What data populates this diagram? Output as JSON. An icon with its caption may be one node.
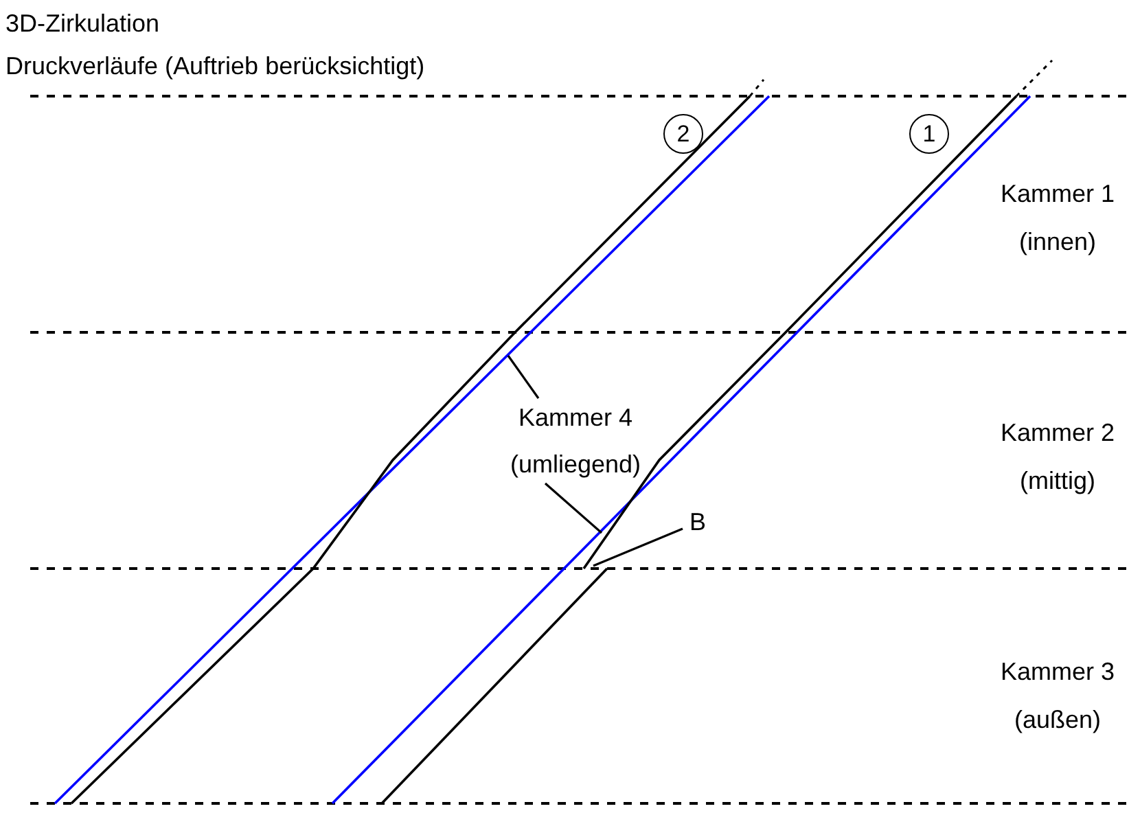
{
  "diagram": {
    "title": "3D-Zirkulation",
    "nodes": [
      {
        "text": [
          "2"
        ]
      },
      {
        "text": [
          "1"
        ]
      },
      {
        "text": [
          "Kammer 4 (umliegend)"
        ]
      },
      {
        "text": [
          "B"
        ]
      }
    ],
    "edges": [
      {
        "from": 2,
        "to": null,
        "arrow": "none"
      },
      {
        "from": 2,
        "to": null,
        "arrow": "none"
      },
      {
        "from": 3,
        "to": null,
        "arrow": "none"
      }
    ],
    "labels": [
      "Druckverläufe (Auftrieb berücksichtigt)",
      "Kammer 1 (innen)",
      "Kammer 2 (mittig)",
      "Kammer 3 (außen)"
    ]
  }
}
